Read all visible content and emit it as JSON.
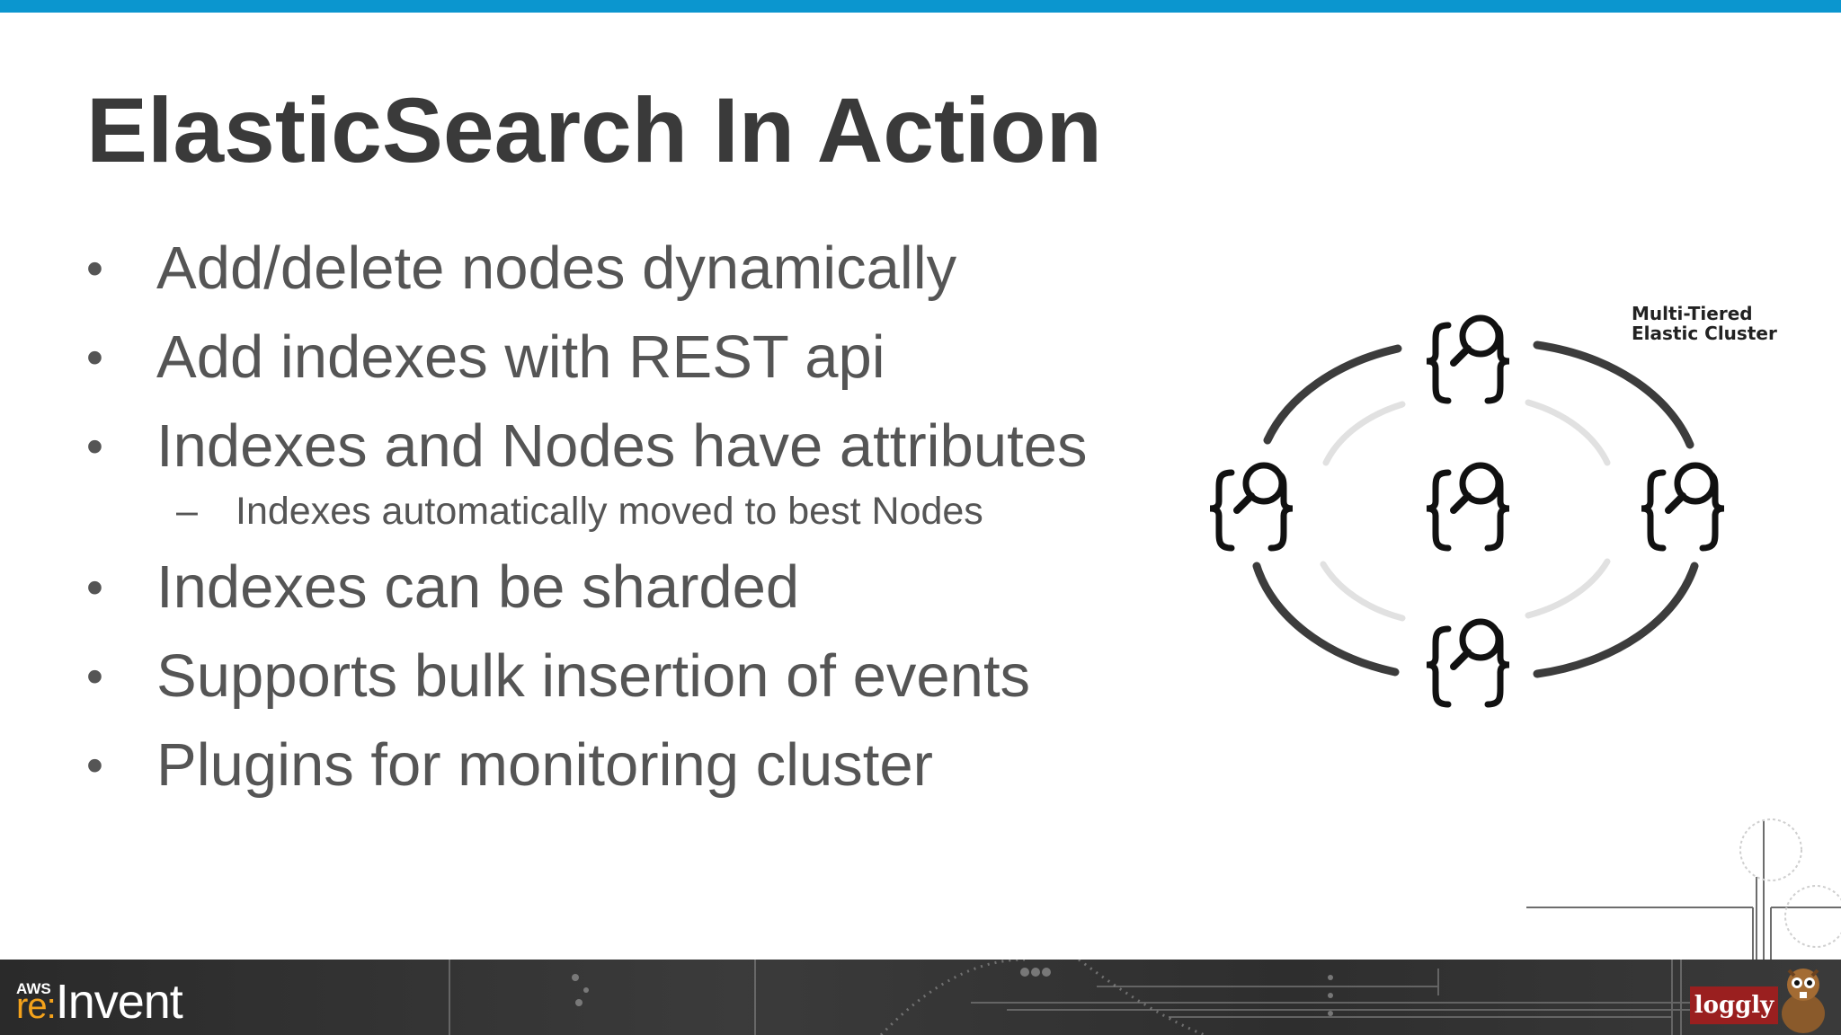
{
  "slide": {
    "title": "ElasticSearch In Action",
    "bullets": [
      {
        "bullet": "•",
        "text": "Add/delete nodes dynamically"
      },
      {
        "bullet": "•",
        "text": "Add indexes with REST api"
      },
      {
        "bullet": "•",
        "text": "Indexes and Nodes have attributes"
      },
      {
        "bullet": "•",
        "text": "Indexes can be sharded"
      },
      {
        "bullet": "•",
        "text": "Supports bulk insertion of events"
      },
      {
        "bullet": "•",
        "text": "Plugins for monitoring cluster"
      }
    ],
    "sub_bullet": {
      "dash": "–",
      "text": "Indexes automatically moved to best Nodes"
    }
  },
  "diagram": {
    "label_line1": "Multi-Tiered",
    "label_line2": "Elastic Cluster",
    "nodes": [
      "node-top",
      "node-left",
      "node-center",
      "node-right",
      "node-bottom"
    ],
    "node_icon": "elasticsearch-node-icon"
  },
  "footer": {
    "aws": "AWS",
    "re": "re",
    "colon": ":",
    "invent": "Invent",
    "loggly": "loggly"
  },
  "colors": {
    "accent_bar": "#0b96cf",
    "title": "#3a3a3a",
    "body_text": "#555555",
    "footer_bg": "#2e2e2e",
    "loggly_badge": "#9a1f1f",
    "reinvent_accent": "#f4a21b"
  }
}
